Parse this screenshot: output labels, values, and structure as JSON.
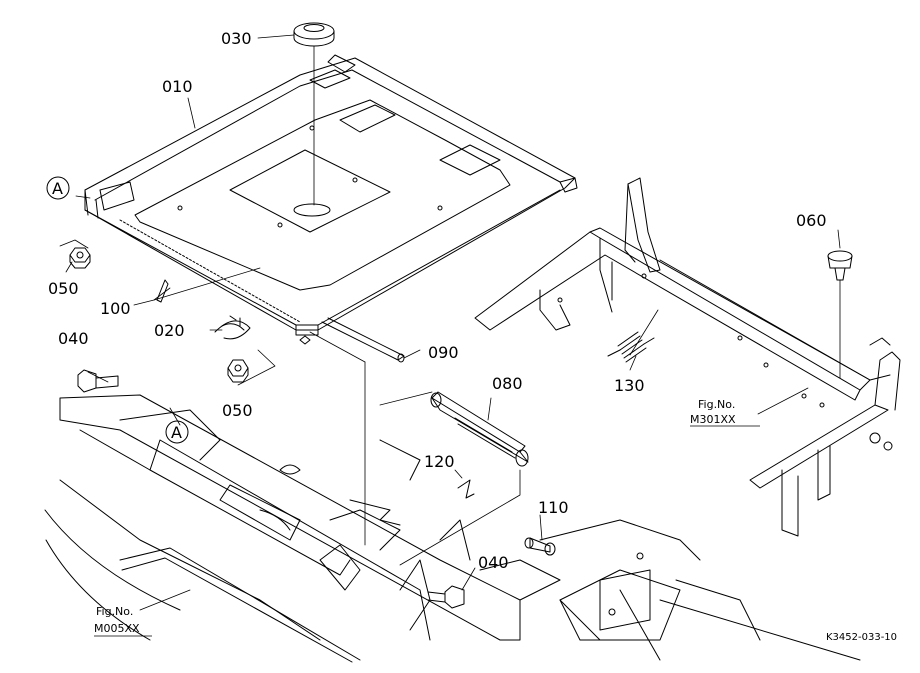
{
  "callouts": {
    "p010": "010",
    "p020": "020",
    "p030": "030",
    "p040a": "040",
    "p040b": "040",
    "p050a": "050",
    "p050b": "050",
    "p060": "060",
    "p080": "080",
    "p090": "090",
    "p100": "100",
    "p110": "110",
    "p120": "120",
    "p130": "130"
  },
  "circle_refs": {
    "a1": "A",
    "a2": "A"
  },
  "fig_refs": {
    "m301_line1": "Fig.No.",
    "m301_line2": "M301XX",
    "m005_line1": "Fig.No.",
    "m005_line2": "M005XX"
  },
  "drawing_id": "K3452-033-10"
}
